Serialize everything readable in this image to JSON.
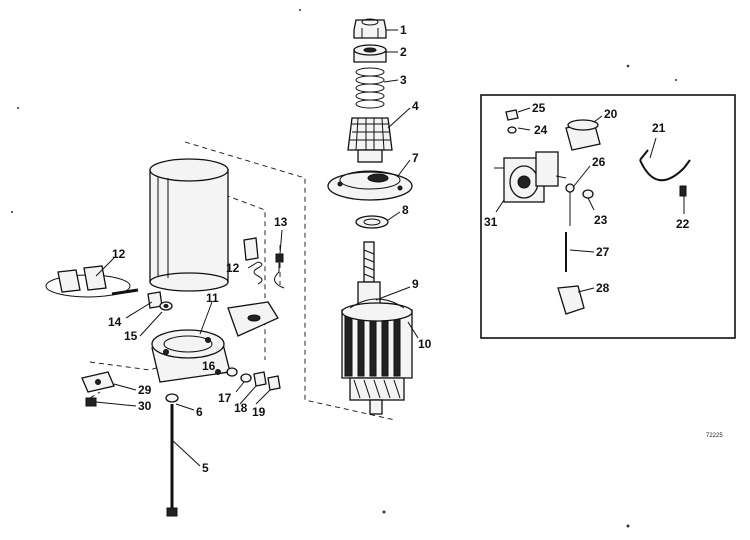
{
  "figure_code": "72225",
  "callouts": [
    {
      "id": "1",
      "label": "1"
    },
    {
      "id": "2",
      "label": "2"
    },
    {
      "id": "3",
      "label": "3"
    },
    {
      "id": "4",
      "label": "4"
    },
    {
      "id": "5",
      "label": "5"
    },
    {
      "id": "6",
      "label": "6"
    },
    {
      "id": "7",
      "label": "7"
    },
    {
      "id": "8",
      "label": "8"
    },
    {
      "id": "9",
      "label": "9"
    },
    {
      "id": "10",
      "label": "10"
    },
    {
      "id": "11",
      "label": "11"
    },
    {
      "id": "12a",
      "label": "12"
    },
    {
      "id": "12b",
      "label": "12"
    },
    {
      "id": "13",
      "label": "13"
    },
    {
      "id": "14",
      "label": "14"
    },
    {
      "id": "15",
      "label": "15"
    },
    {
      "id": "16",
      "label": "16"
    },
    {
      "id": "17",
      "label": "17"
    },
    {
      "id": "18",
      "label": "18"
    },
    {
      "id": "19",
      "label": "19"
    },
    {
      "id": "20",
      "label": "20"
    },
    {
      "id": "21",
      "label": "21"
    },
    {
      "id": "22",
      "label": "22"
    },
    {
      "id": "23",
      "label": "23"
    },
    {
      "id": "24",
      "label": "24"
    },
    {
      "id": "25",
      "label": "25"
    },
    {
      "id": "26",
      "label": "26"
    },
    {
      "id": "27",
      "label": "27"
    },
    {
      "id": "28",
      "label": "28"
    },
    {
      "id": "29",
      "label": "29"
    },
    {
      "id": "30",
      "label": "30"
    },
    {
      "id": "31",
      "label": "31"
    }
  ]
}
